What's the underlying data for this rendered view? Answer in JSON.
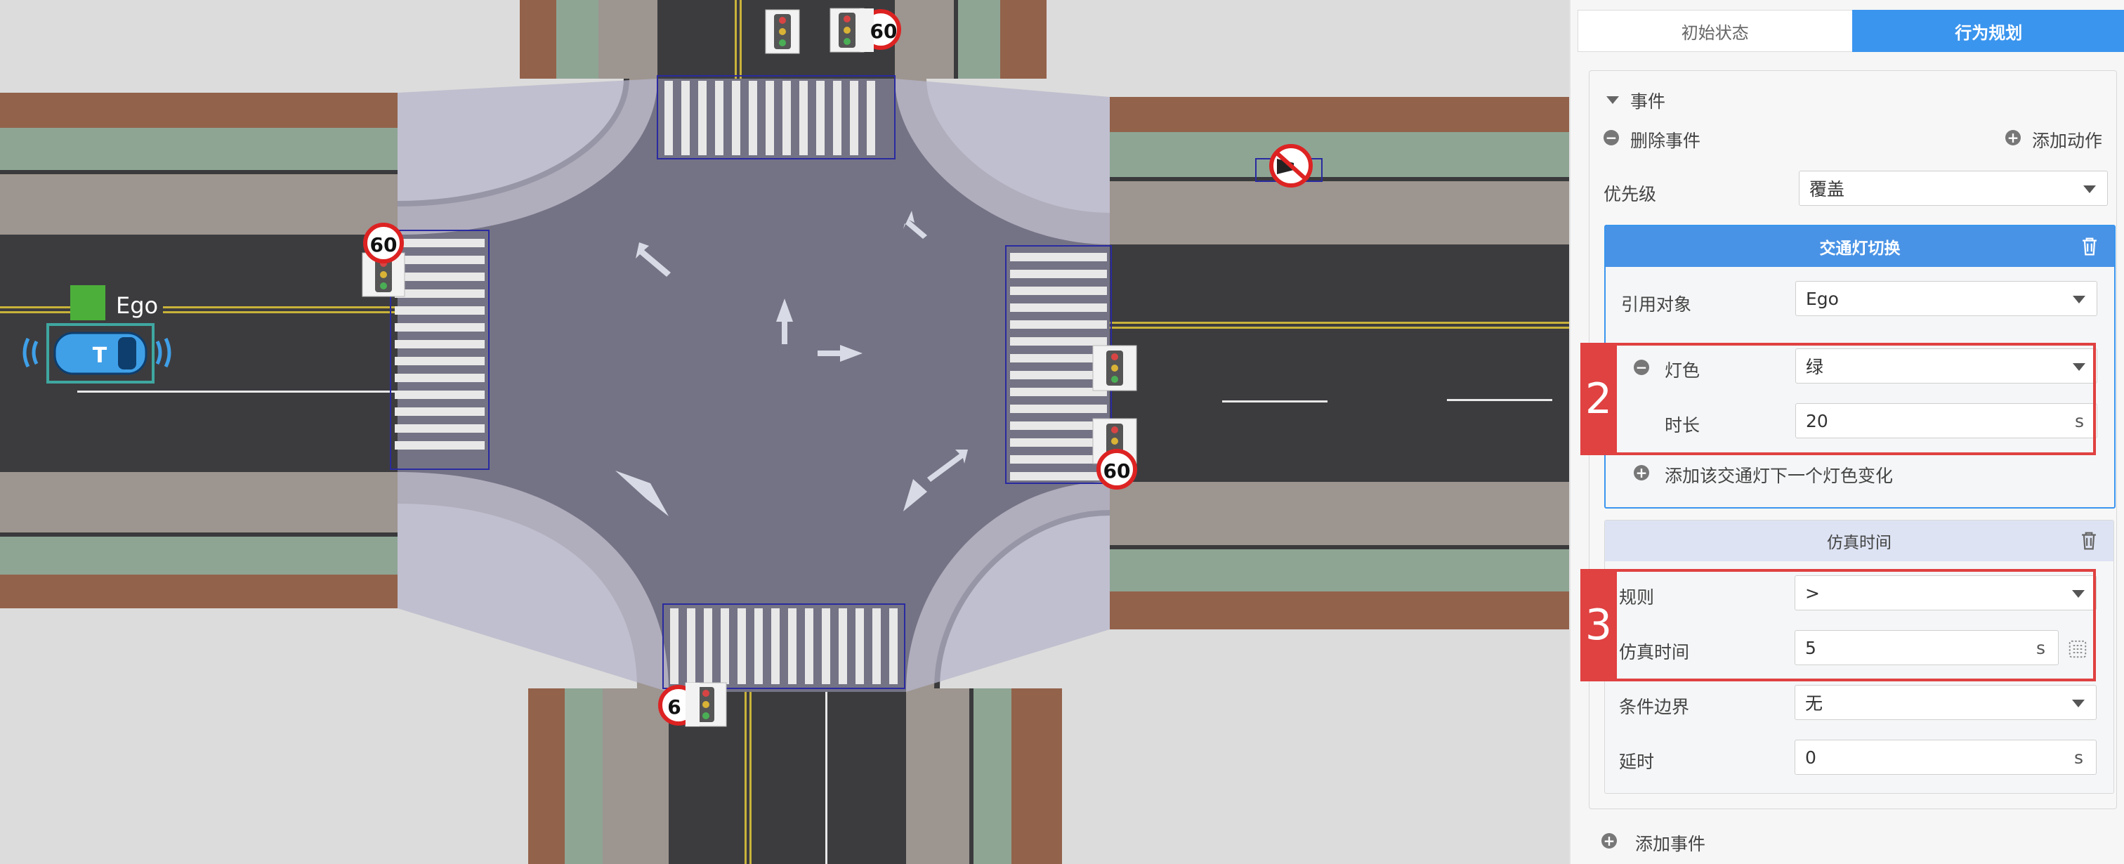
{
  "map": {
    "vehicle_label": "Ego",
    "vehicle_badge": "T",
    "speed_limit": "60",
    "speed_limit_partial_top": "60",
    "speed_limit_partial_bottom": "6"
  },
  "panel": {
    "tabs": [
      {
        "label": "初始状态",
        "active": false
      },
      {
        "label": "行为规划",
        "active": true
      }
    ],
    "events_section_label": "事件",
    "delete_event_label": "删除事件",
    "add_action_label": "添加动作",
    "priority_label": "优先级",
    "priority_value": "覆盖",
    "action_card": {
      "title": "交通灯切换",
      "ref_object_label": "引用对象",
      "ref_object_value": "Ego",
      "light_color_label": "灯色",
      "light_color_value": "绿",
      "duration_label": "时长",
      "duration_value": "20",
      "duration_unit": "s",
      "add_next_color_label": "添加该交通灯下一个灯色变化"
    },
    "condition_card": {
      "title": "仿真时间",
      "rule_label": "规则",
      "rule_value": ">",
      "sim_time_label": "仿真时间",
      "sim_time_value": "5",
      "sim_time_unit": "s",
      "boundary_label": "条件边界",
      "boundary_value": "无",
      "delay_label": "延时",
      "delay_value": "0",
      "delay_unit": "s"
    },
    "add_event_label": "添加事件",
    "highlights": [
      {
        "number": "2"
      },
      {
        "number": "3"
      }
    ]
  }
}
